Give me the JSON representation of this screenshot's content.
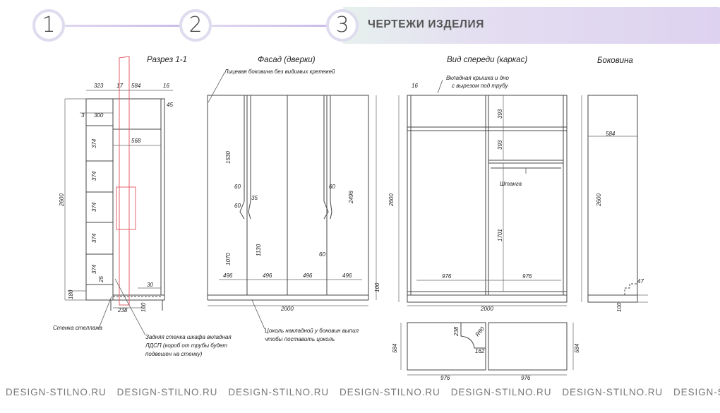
{
  "steps": [
    {
      "number": "1",
      "active": false
    },
    {
      "number": "2",
      "active": false
    },
    {
      "number": "3",
      "active": true
    }
  ],
  "banner_title": "ЧЕРТЕЖИ ИЗДЕЛИЯ",
  "views": {
    "section": "Разрез 1-1",
    "facade": "Фасад (дверки)",
    "front": "Вид спереди (каркас)",
    "side": "Боковина"
  },
  "notes": {
    "facade_side": "Лицевая боковина без видимых крепежей",
    "insert_top": "Вкладная крышка и дно",
    "insert_top2": "с вырезом под трубу",
    "rod": "Штанга",
    "shelf_wall": "Стенка стеллажа",
    "back_wall1": "Задняя стенка шкафа вкладная",
    "back_wall2": "ЛДСП (короб от трубы будет",
    "back_wall3": "подвешен на стенку)",
    "plinth1": "Цоколь накладной у боковин выпил",
    "plinth2": "чтобы поставить цоколь"
  },
  "dims": {
    "s_323": "323",
    "s_17": "17",
    "s_584": "584",
    "s_16": "16",
    "s_45": "45",
    "s_3": "3",
    "s_300": "300",
    "s_568": "568",
    "s_374": "374",
    "s_25": "25",
    "s_30": "30",
    "s_2600": "2600",
    "s_180": "180",
    "s_238": "238",
    "s_100": "100",
    "f_1530": "1530",
    "f_60": "60",
    "f_35": "35",
    "f_2496": "2496",
    "f_1070": "1070",
    "f_1130": "1130",
    "f_496": "496",
    "f_2000": "2000",
    "f_100": "100",
    "v_16": "16",
    "v_393": "393",
    "v_2600": "2600",
    "v_1701": "1701",
    "v_976": "976",
    "v_2000": "2000",
    "p_238": "238",
    "p_r80": "R80",
    "p_162": "162",
    "p_584": "584",
    "p_976": "976",
    "b_584": "584",
    "b_2600": "2600",
    "b_47": "47",
    "b_100": "100"
  },
  "watermark": [
    "DESIGN-STILNO.RU",
    "DESIGN-STILNO.RU",
    "DESIGN-STILNO.RU",
    "DESIGN-STILNO.RU",
    "DESIGN-STILNO.RU",
    "DESIGN-STILNO.RU",
    "DESIGN-STILNO.RU"
  ],
  "colors": {
    "accent_red": "#e0606a",
    "line": "#333333",
    "step_border": "#dedcef"
  }
}
